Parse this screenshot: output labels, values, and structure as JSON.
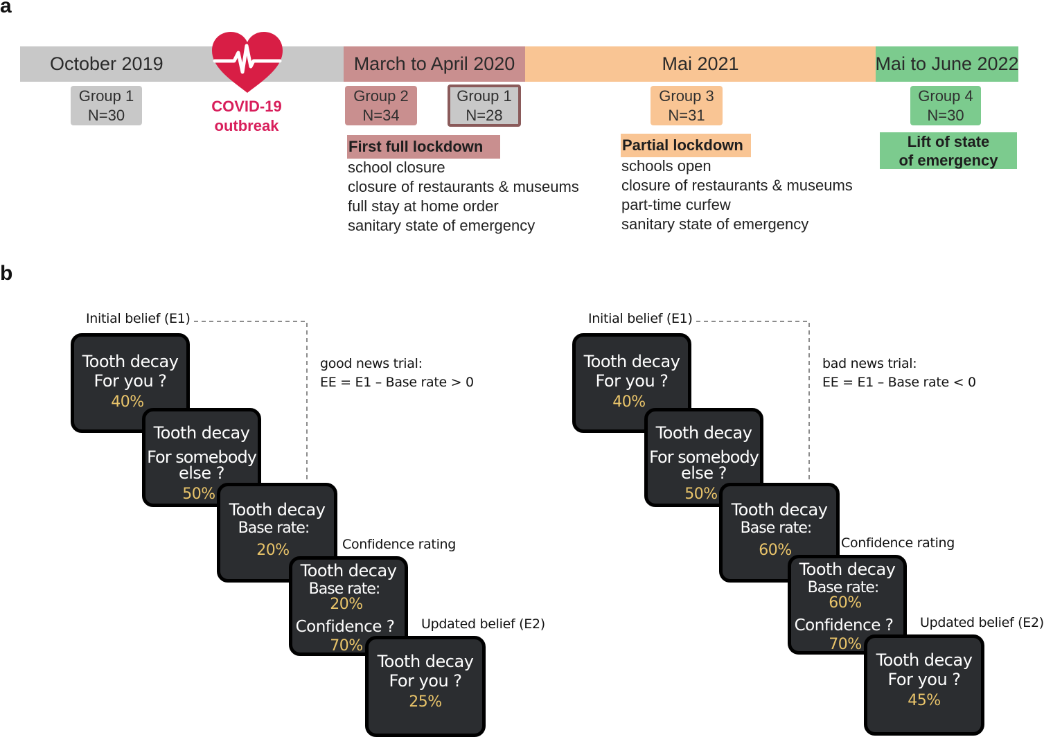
{
  "panel_a": {
    "label": "a",
    "timeline": [
      {
        "label": "October 2019",
        "color": "#c8c8c8"
      },
      {
        "label": "March to April 2020",
        "color": "#c98f8f"
      },
      {
        "label": "Mai 2021",
        "color": "#f9c594"
      },
      {
        "label": "Mai to June 2022",
        "color": "#7ccb8e"
      }
    ],
    "outbreak": {
      "icon": "heart-ecg-icon",
      "line1": "COVID-19",
      "line2": "outbreak",
      "color": "#d81e5b"
    },
    "groups": [
      {
        "name": "Group 1",
        "n": "N=30"
      },
      {
        "name": "Group 2",
        "n": "N=34"
      },
      {
        "name": "Group 1",
        "n": "N=28"
      },
      {
        "name": "Group 3",
        "n": "N=31"
      },
      {
        "name": "Group 4",
        "n": "N=30"
      }
    ],
    "phases": [
      {
        "title": "First full lockdown",
        "items": [
          "school closure",
          "closure of restaurants & museums",
          "full stay at home order",
          "sanitary state of emergency"
        ]
      },
      {
        "title": "Partial lockdown",
        "items": [
          "schools open",
          "closure of restaurants & museums",
          "part-time curfew",
          "sanitary state of emergency"
        ]
      },
      {
        "title_line1": "Lift of state",
        "title_line2": "of emergency"
      }
    ]
  },
  "panel_b": {
    "label": "b",
    "trials": [
      {
        "initial_label": "Initial belief (E1)",
        "trial_line1": "good news trial:",
        "trial_line2": "EE = E1 –  Base rate > 0",
        "confidence_label": "Confidence rating",
        "updated_label": "Updated belief  (E2)",
        "s1": {
          "t1": "Tooth decay",
          "t2": "For you ?",
          "v": "40%"
        },
        "s2": {
          "t1": "Tooth decay",
          "t2": "For somebody",
          "t3": "else ?",
          "v": "50%"
        },
        "s3": {
          "t1": "Tooth decay",
          "t2": "Base rate:",
          "v": "20%"
        },
        "s4": {
          "t1": "Tooth decay",
          "t2": "Base rate:",
          "v": "20%",
          "t3": "Confidence ?",
          "v2": "70%"
        },
        "s5": {
          "t1": "Tooth decay",
          "t2": "For you ?",
          "v": "25%"
        }
      },
      {
        "initial_label": "Initial belief (E1)",
        "trial_line1": "bad news trial:",
        "trial_line2": "EE = E1 –  Base rate < 0",
        "confidence_label": "Confidence rating",
        "updated_label": "Updated belief  (E2)",
        "s1": {
          "t1": "Tooth decay",
          "t2": "For you ?",
          "v": "40%"
        },
        "s2": {
          "t1": "Tooth decay",
          "t2": "For somebody",
          "t3": "else ?",
          "v": "50%"
        },
        "s3": {
          "t1": "Tooth decay",
          "t2": "Base rate:",
          "v": "60%"
        },
        "s4": {
          "t1": "Tooth decay",
          "t2": "Base rate:",
          "v": "60%",
          "t3": "Confidence ?",
          "v2": "70%"
        },
        "s5": {
          "t1": "Tooth decay",
          "t2": "For you ?",
          "v": "45%"
        }
      }
    ]
  }
}
